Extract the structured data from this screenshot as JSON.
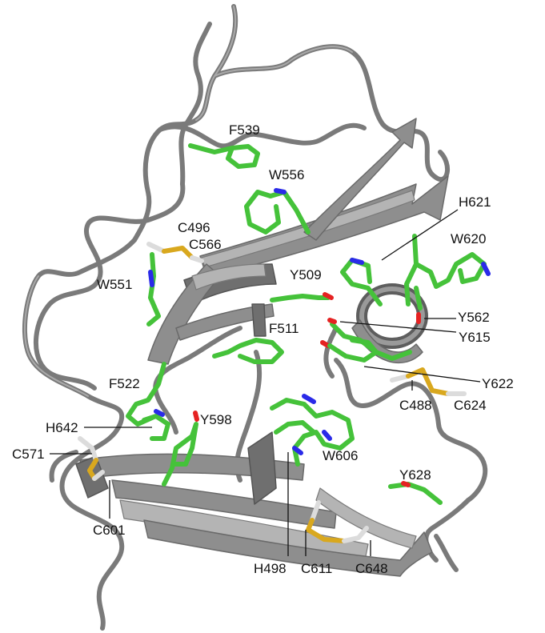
{
  "colors": {
    "backbone": "#7a7a7a",
    "carbon": "#45c23a",
    "nitrogen": "#2a2ae8",
    "oxygen": "#e52222",
    "sulfur": "#d9a81e",
    "disulfide_carbon": "#dcdcdc",
    "label": "#111111"
  },
  "residues": [
    {
      "id": "F539",
      "label": "F539"
    },
    {
      "id": "W556",
      "label": "W556"
    },
    {
      "id": "H621",
      "label": "H621"
    },
    {
      "id": "C496",
      "label": "C496"
    },
    {
      "id": "C566",
      "label": "C566"
    },
    {
      "id": "W620",
      "label": "W620"
    },
    {
      "id": "W551",
      "label": "W551"
    },
    {
      "id": "Y509",
      "label": "Y509"
    },
    {
      "id": "Y562",
      "label": "Y562"
    },
    {
      "id": "F511",
      "label": "F511"
    },
    {
      "id": "Y615",
      "label": "Y615"
    },
    {
      "id": "F522",
      "label": "F522"
    },
    {
      "id": "Y622",
      "label": "Y622"
    },
    {
      "id": "C488",
      "label": "C488"
    },
    {
      "id": "C624",
      "label": "C624"
    },
    {
      "id": "H642",
      "label": "H642"
    },
    {
      "id": "Y598",
      "label": "Y598"
    },
    {
      "id": "C571",
      "label": "C571"
    },
    {
      "id": "W606",
      "label": "W606"
    },
    {
      "id": "Y628",
      "label": "Y628"
    },
    {
      "id": "C601",
      "label": "C601"
    },
    {
      "id": "H498",
      "label": "H498"
    },
    {
      "id": "C611",
      "label": "C611"
    },
    {
      "id": "C648",
      "label": "C648"
    }
  ]
}
